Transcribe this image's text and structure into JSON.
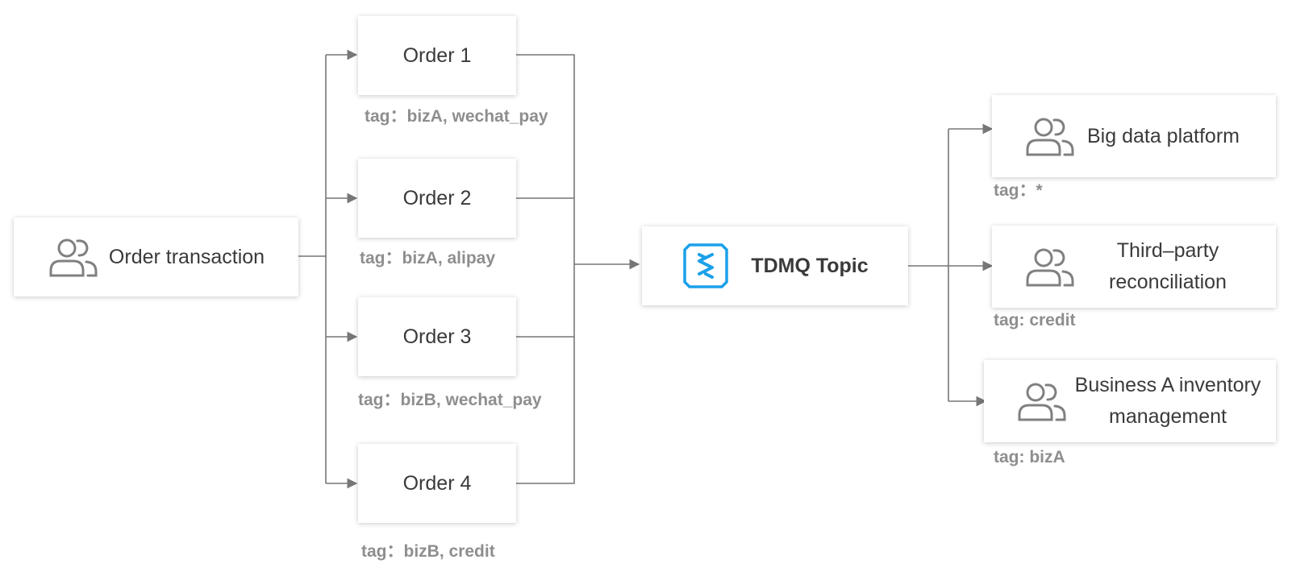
{
  "source": {
    "label": "Order transaction",
    "icon": "users-icon"
  },
  "orders": [
    {
      "label": "Order 1",
      "tag": "tag：bizA, wechat_pay"
    },
    {
      "label": "Order 2",
      "tag": "tag：bizA, alipay"
    },
    {
      "label": "Order 3",
      "tag": "tag：bizB, wechat_pay"
    },
    {
      "label": "Order 4",
      "tag": "tag：bizB, credit"
    }
  ],
  "topic": {
    "label": "TDMQ Topic",
    "icon": "tdmq-logo-icon",
    "color": "#1ba0ea"
  },
  "consumers": [
    {
      "line1": "Big data platform",
      "line2": "",
      "tag": "tag：*",
      "icon": "users-icon"
    },
    {
      "line1": "Third–party",
      "line2": "reconciliation",
      "tag": "tag: credit",
      "icon": "users-icon"
    },
    {
      "line1": "Business A inventory",
      "line2": "management",
      "tag": "tag: bizA",
      "icon": "users-icon"
    }
  ],
  "colors": {
    "connector": "#777777",
    "icon_stroke": "#808080",
    "tag_text": "#8e8e8e"
  }
}
